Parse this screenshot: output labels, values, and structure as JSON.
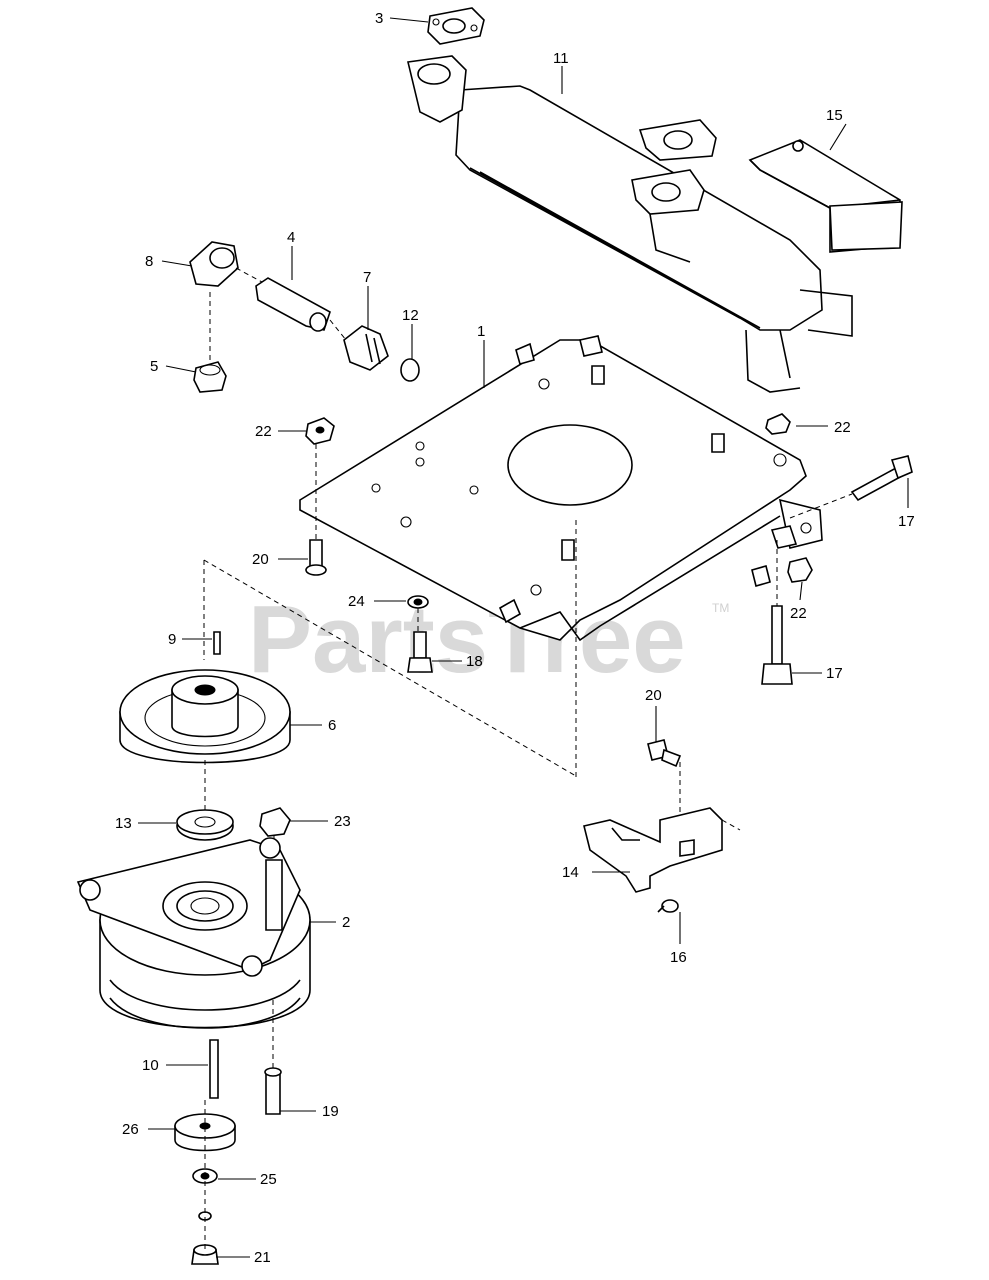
{
  "watermark": {
    "text": "PartsTree",
    "trademark": "TM"
  },
  "callouts": {
    "c1": "1",
    "c2": "2",
    "c3": "3",
    "c4": "4",
    "c5": "5",
    "c6": "6",
    "c7": "7",
    "c8": "8",
    "c9": "9",
    "c10": "10",
    "c11": "11",
    "c12": "12",
    "c13": "13",
    "c14": "14",
    "c15": "15",
    "c16": "16",
    "c17a": "17",
    "c17b": "17",
    "c18": "18",
    "c19": "19",
    "c20a": "20",
    "c20b": "20",
    "c21": "21",
    "c22a": "22",
    "c22b": "22",
    "c22c": "22",
    "c23": "23",
    "c24": "24",
    "c25": "25",
    "c26": "26"
  }
}
